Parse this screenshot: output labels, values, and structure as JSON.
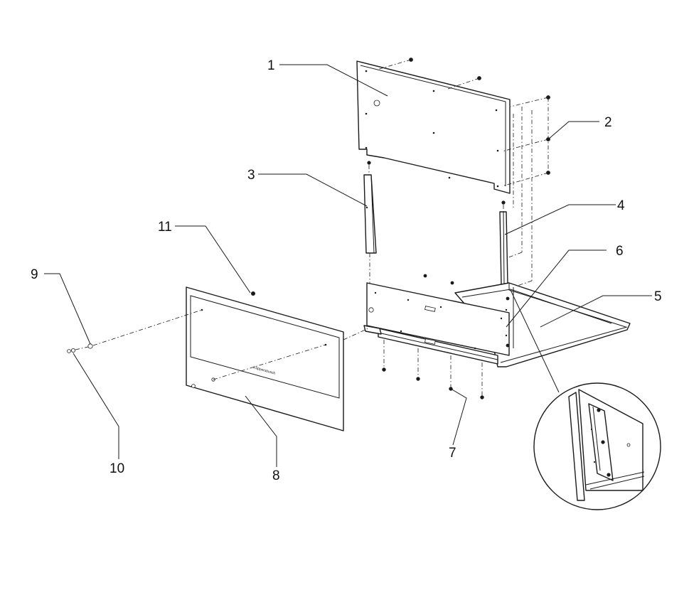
{
  "diagram": {
    "brand_text": "Küppersbusch",
    "callouts": [
      "1",
      "2",
      "3",
      "4",
      "5",
      "6",
      "7",
      "8",
      "9",
      "10",
      "11"
    ],
    "colors": {
      "line": "#1a1a1a",
      "background": "#ffffff"
    }
  }
}
